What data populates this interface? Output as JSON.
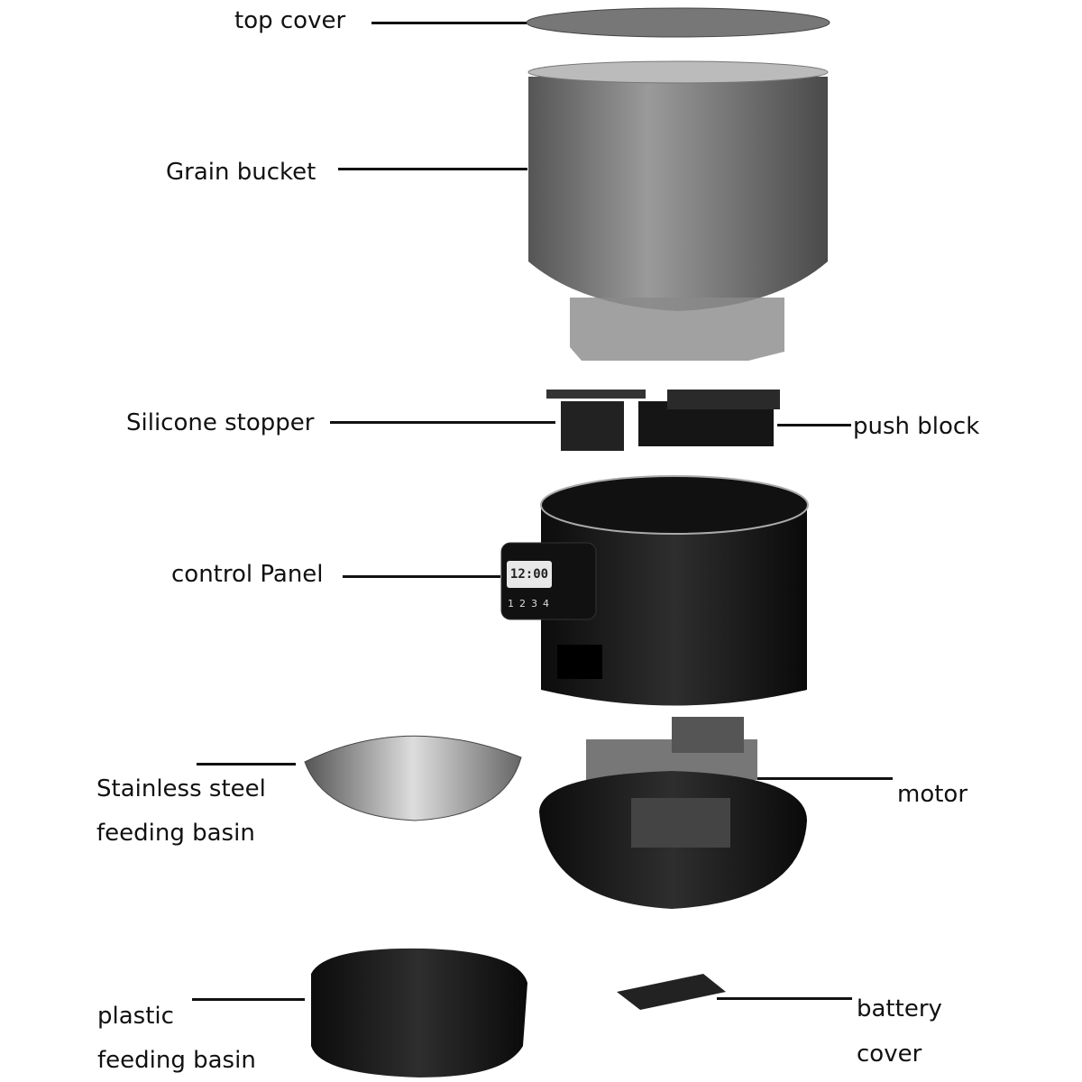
{
  "labels": {
    "top_cover": "top cover",
    "grain_bucket": "Grain bucket",
    "silicone_stopper": "Silicone stopper",
    "push_block": "push block",
    "control_panel": "control Panel",
    "stainless_line1": "Stainless steel",
    "stainless_line2": "feeding basin",
    "motor": "motor",
    "plastic_line1": "plastic",
    "plastic_line2": "feeding basin",
    "battery_line1": "battery",
    "battery_line2": "cover"
  },
  "control_panel_display": {
    "time": "12:00",
    "buttons": [
      "1",
      "2",
      "3",
      "4"
    ]
  },
  "colors": {
    "body": "#1c1c1c",
    "bucket": "#7a7a7a"
  }
}
